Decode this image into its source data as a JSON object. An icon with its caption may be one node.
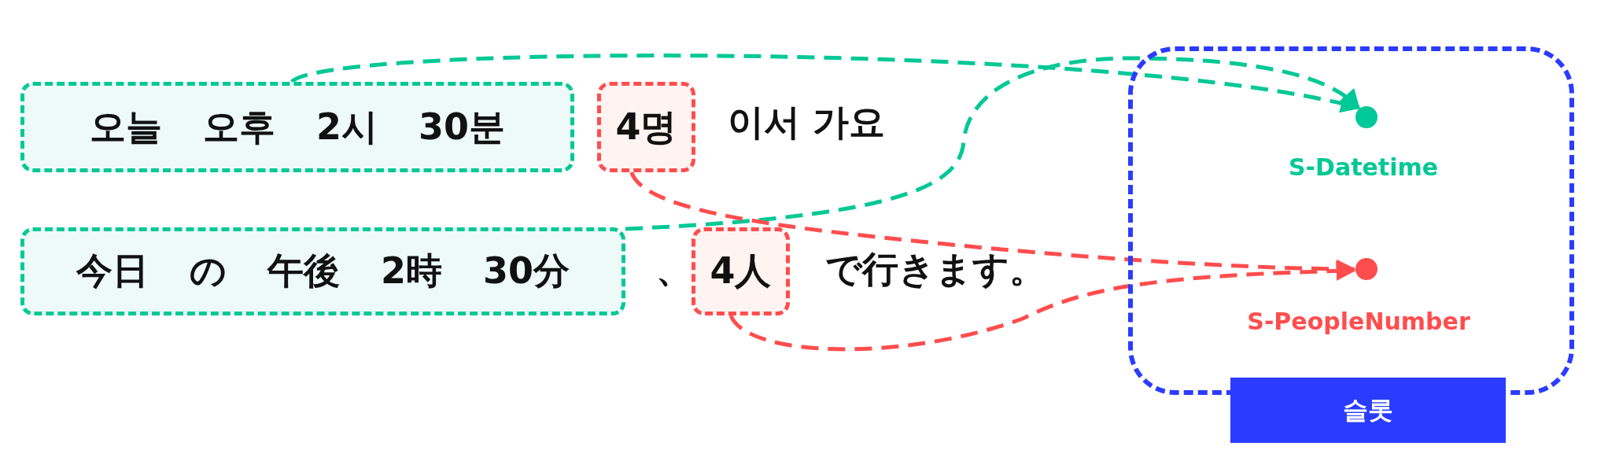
{
  "diagram": {
    "nodes": [
      {
        "text": [
          "오늘 오후 2시 30분"
        ]
      },
      {
        "text": [
          "4명"
        ]
      },
      {
        "text": [
          "今日 の 午後 2時 30分"
        ]
      },
      {
        "text": [
          "4人"
        ]
      },
      {
        "text": [
          "슬롯"
        ]
      },
      {
        "text": [],
        "shape": "circle",
        "in": 4,
        "beside": [
          "S-Datetime"
        ]
      },
      {
        "text": [],
        "shape": "circle",
        "in": 4,
        "beside": [
          "S-PeopleNumber"
        ]
      }
    ],
    "edges": [
      {
        "from": 0,
        "to": 5,
        "arrow": "to",
        "style": "dashed",
        "color": "#00c896"
      },
      {
        "from": 2,
        "to": 5,
        "arrow": "to",
        "style": "dashed",
        "color": "#00c896"
      },
      {
        "from": 1,
        "to": 6,
        "arrow": "to",
        "style": "dashed",
        "color": "#ff4d4d"
      },
      {
        "from": 3,
        "to": 6,
        "arrow": "to",
        "style": "dashed",
        "color": "#ff4d4d"
      }
    ],
    "labels": [
      "이서 가요",
      "、",
      "で行きます。"
    ]
  }
}
